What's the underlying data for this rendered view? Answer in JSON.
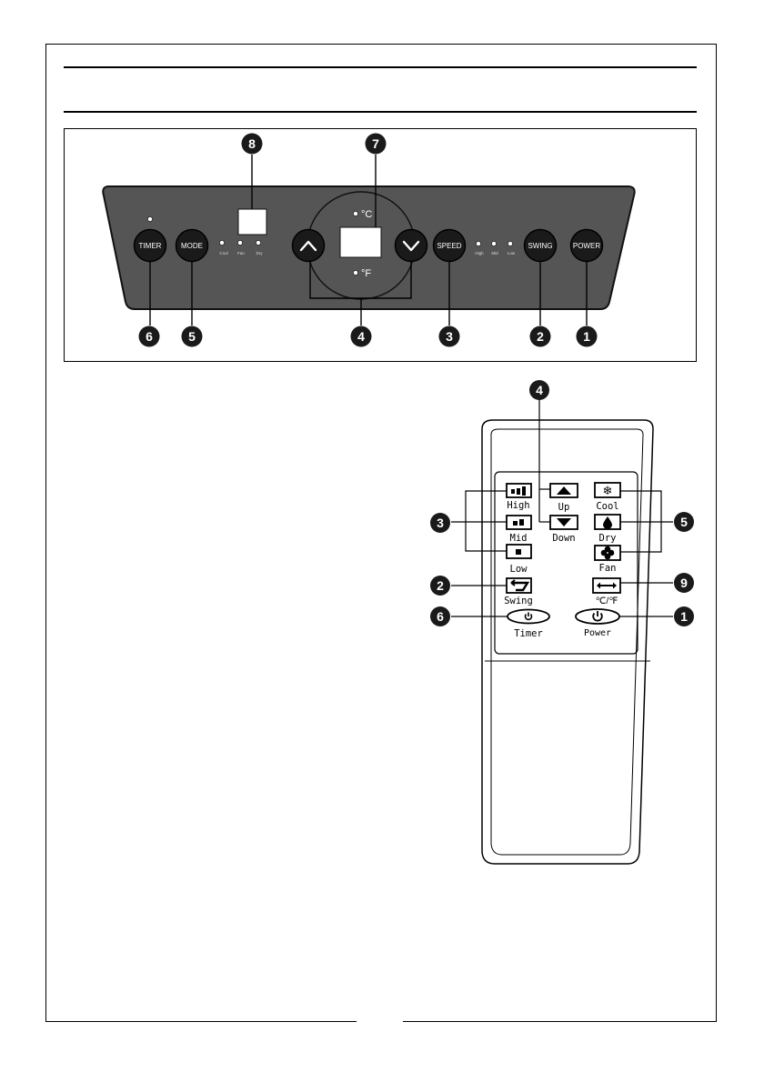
{
  "panel": {
    "buttons": {
      "timer": "TIMER",
      "mode": "MODE",
      "speed": "SPEED",
      "swing": "SWING",
      "power": "POWER"
    },
    "mode_indicators": [
      "Cool",
      "Fan",
      "Dry"
    ],
    "speed_indicators": [
      "High",
      "Mid",
      "Low"
    ],
    "units": {
      "celsius": "°C",
      "fahrenheit": "°F"
    },
    "callouts": {
      "display_small": "8",
      "display_main": "7",
      "timer": "6",
      "mode": "5",
      "arrows": "4",
      "speed": "3",
      "swing": "2",
      "power": "1"
    }
  },
  "remote": {
    "labels": {
      "high": "High",
      "mid": "Mid",
      "low": "Low",
      "up": "Up",
      "down": "Down",
      "cool": "Cool",
      "dry": "Dry",
      "fan": "Fan",
      "swing": "Swing",
      "unit": "℃/℉",
      "timer": "Timer",
      "power": "Power"
    },
    "callouts": {
      "arrows": "4",
      "speed": "3",
      "mode": "5",
      "swing": "2",
      "unit": "9",
      "timer": "6",
      "power": "1"
    }
  },
  "icons": {
    "speed_high": "three-bars-icon",
    "speed_mid": "two-bars-icon",
    "speed_low": "one-bar-icon",
    "up": "triangle-up-icon",
    "down": "triangle-down-icon",
    "cool": "snowflake-icon",
    "dry": "droplet-icon",
    "fan": "fan-icon",
    "swing": "swing-arrow-icon",
    "unit": "double-arrow-icon",
    "timer": "power-symbol-icon",
    "power": "power-symbol-icon"
  },
  "colors": {
    "panel_fill": "#555555",
    "button_fill": "#1a1a1a",
    "display_fill": "#ffffff",
    "callout_fill": "#1a1a1a"
  }
}
